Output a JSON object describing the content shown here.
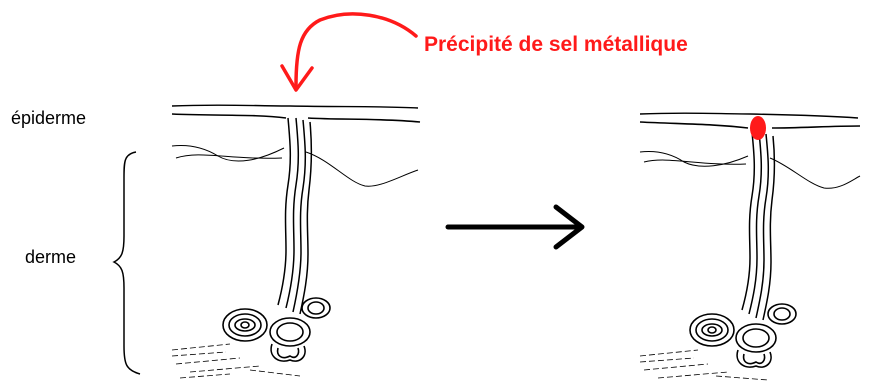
{
  "labels": {
    "epidermis": "épiderme",
    "dermis": "derme",
    "precipitate": "Précipité de sel métallique"
  },
  "colors": {
    "annotation": "#ff1a1a",
    "line": "#000000",
    "background": "#ffffff"
  },
  "panels": [
    {
      "state": "before",
      "precipitate_visible": false
    },
    {
      "state": "after",
      "precipitate_visible": true
    }
  ]
}
